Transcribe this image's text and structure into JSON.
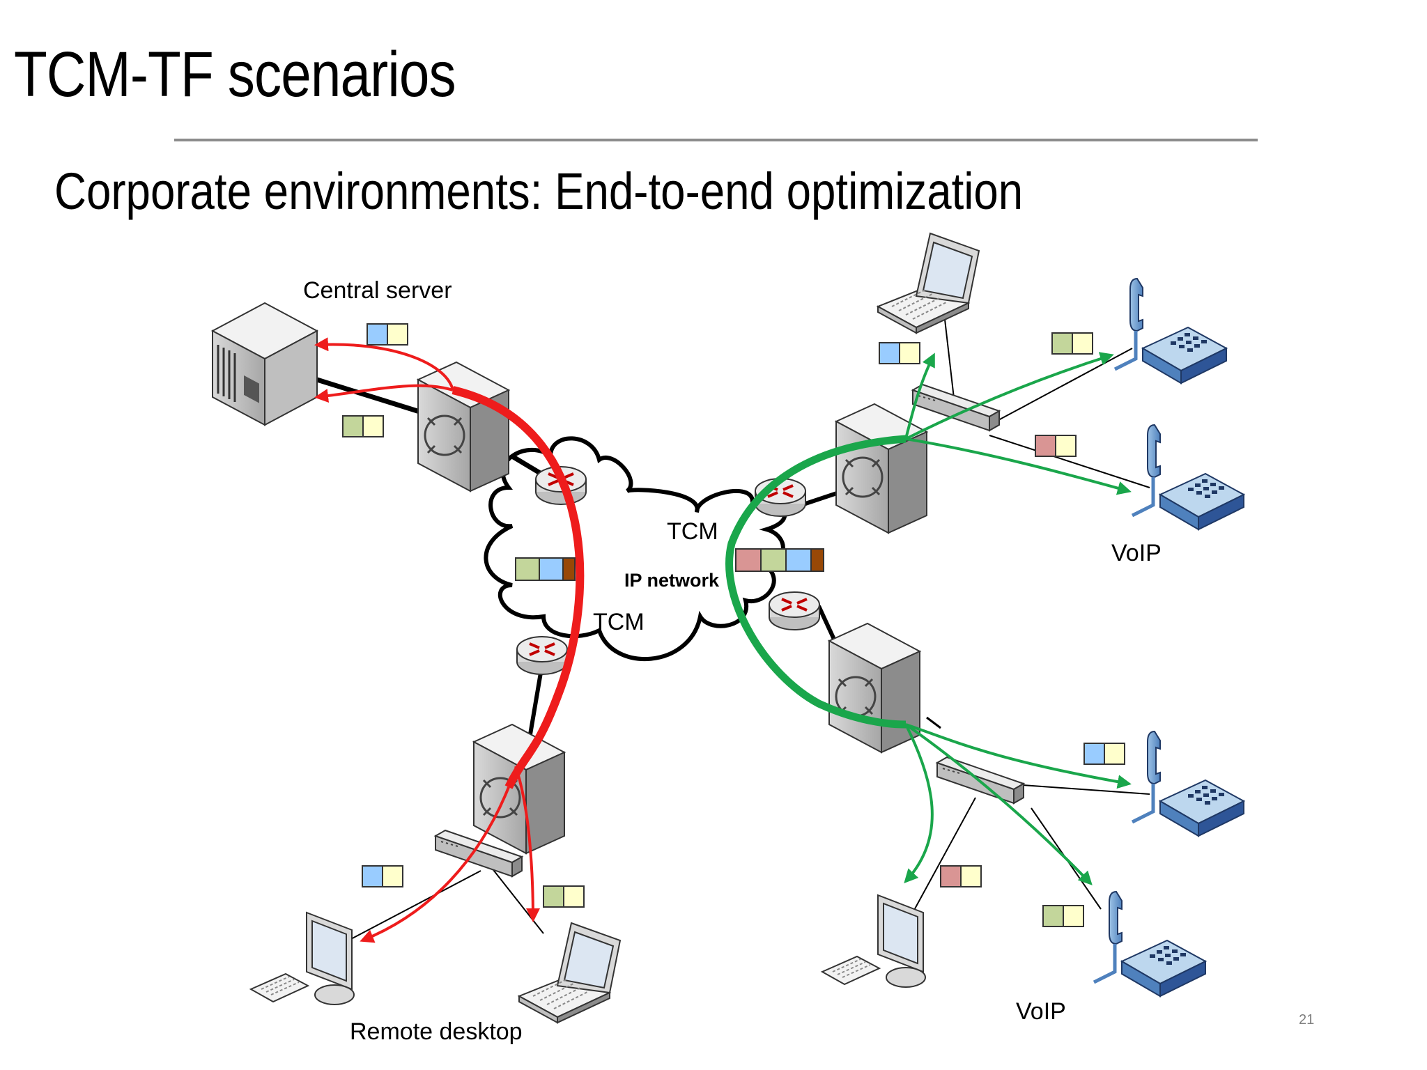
{
  "slide": {
    "title": "TCM-TF scenarios",
    "subtitle": "Corporate environments: End-to-end optimization",
    "page_number": "21"
  },
  "diagram": {
    "labels": {
      "central_server": "Central server",
      "remote_desktop": "Remote desktop",
      "voip_top": "VoIP",
      "voip_bottom": "VoIP",
      "tcm_top": "TCM",
      "tcm_bottom": "TCM",
      "ip_network": "IP network"
    },
    "colors": {
      "red_flow": "#ee1c1c",
      "green_flow": "#1aa64b",
      "packet_blue": "#99ccff",
      "packet_green": "#c3d69b",
      "packet_yellow": "#ffffcc",
      "packet_red": "#d99594",
      "packet_brown": "#984806"
    },
    "icons": [
      "server-icon",
      "router-icon",
      "switch-icon",
      "laptop-icon",
      "desktop-icon",
      "ip-phone-icon",
      "cloud-icon"
    ]
  }
}
